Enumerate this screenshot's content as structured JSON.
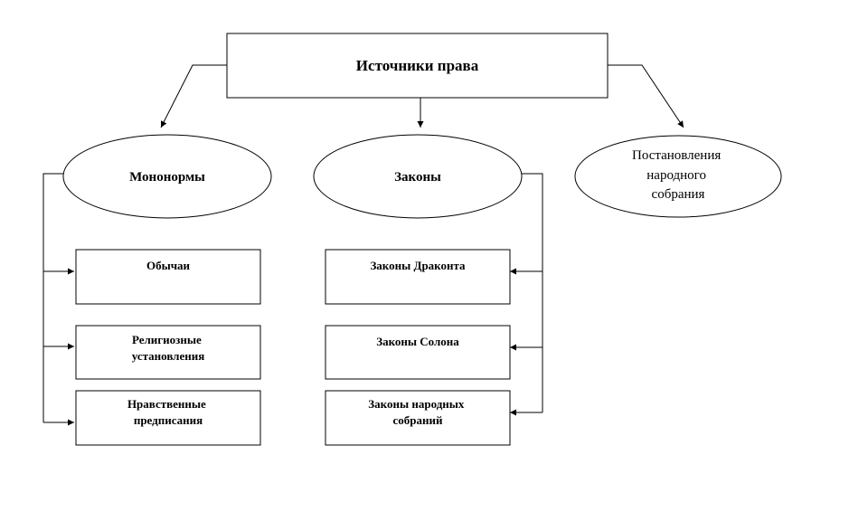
{
  "root": {
    "label": "Источники права"
  },
  "categories": [
    {
      "id": "mononorms",
      "lines": [
        "Мононормы"
      ],
      "items": [
        {
          "lines": [
            "Обычаи"
          ]
        },
        {
          "lines": [
            "Религиозные",
            "установления"
          ]
        },
        {
          "lines": [
            "Нравственные",
            "предписания"
          ]
        }
      ]
    },
    {
      "id": "laws",
      "lines": [
        "Законы"
      ],
      "items": [
        {
          "lines": [
            "Законы Драконта"
          ]
        },
        {
          "lines": [
            "Законы Солона"
          ]
        },
        {
          "lines": [
            "Законы народных",
            "собраний"
          ]
        }
      ]
    },
    {
      "id": "assembly-decrees",
      "lines": [
        "Постановления",
        "народного",
        "собрания"
      ],
      "items": []
    }
  ]
}
